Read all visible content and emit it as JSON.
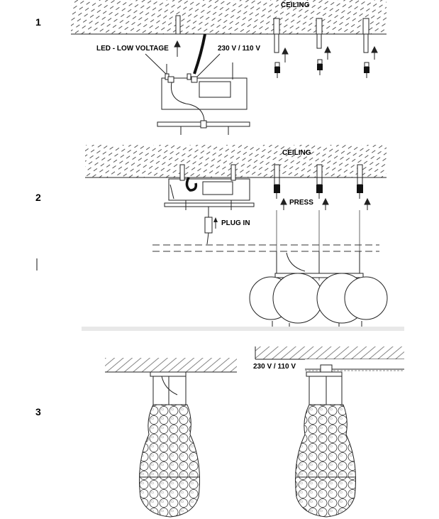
{
  "steps": [
    "1",
    "2",
    "3"
  ],
  "step1": {
    "ceiling_label": "CEILING",
    "led_label": "LED - LOW VOLTAGE",
    "voltage_label": "230 V / 110 V"
  },
  "step2": {
    "ceiling_label": "CEILING",
    "press_label": "PRESS",
    "plug_label": "PLUG  IN"
  },
  "step3": {
    "voltage_label": "230 V / 110 V"
  }
}
